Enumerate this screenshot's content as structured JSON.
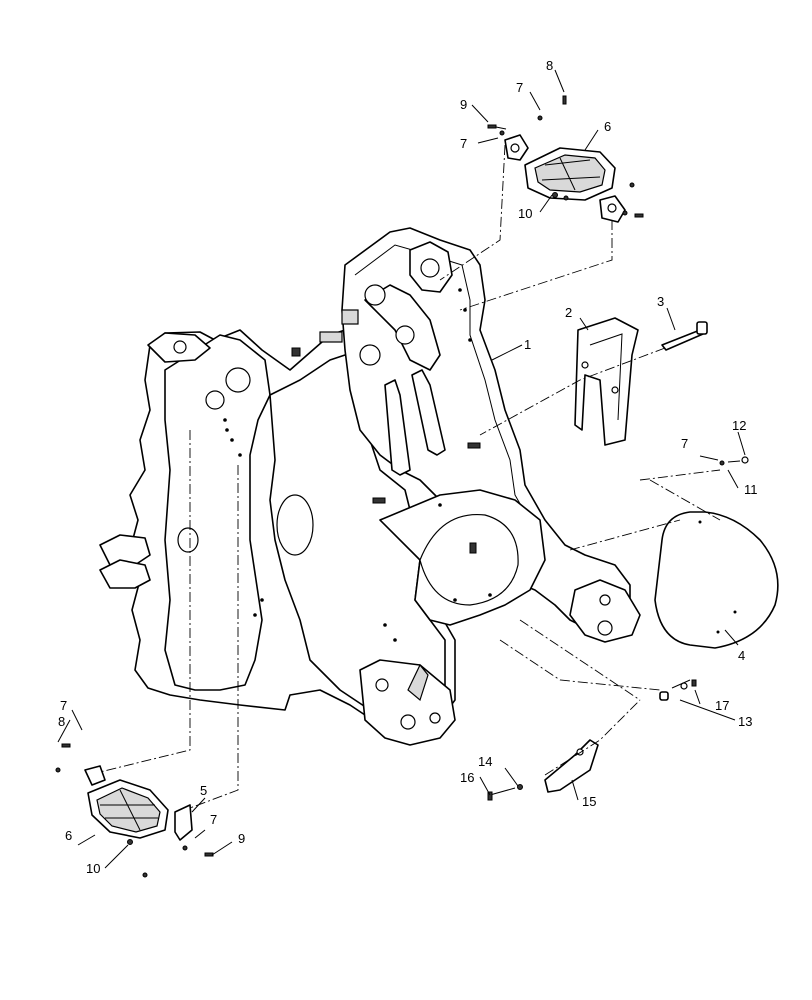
{
  "diagram": {
    "callouts": [
      {
        "label": "1"
      },
      {
        "label": "2"
      },
      {
        "label": "3"
      },
      {
        "label": "4"
      },
      {
        "label": "5"
      },
      {
        "label": "6"
      },
      {
        "label": "6"
      },
      {
        "label": "7"
      },
      {
        "label": "7"
      },
      {
        "label": "7"
      },
      {
        "label": "7"
      },
      {
        "label": "7"
      },
      {
        "label": "8"
      },
      {
        "label": "8"
      },
      {
        "label": "9"
      },
      {
        "label": "9"
      },
      {
        "label": "10"
      },
      {
        "label": "10"
      },
      {
        "label": "11"
      },
      {
        "label": "12"
      },
      {
        "label": "13"
      },
      {
        "label": "14"
      },
      {
        "label": "15"
      },
      {
        "label": "16"
      },
      {
        "label": "17"
      }
    ]
  }
}
